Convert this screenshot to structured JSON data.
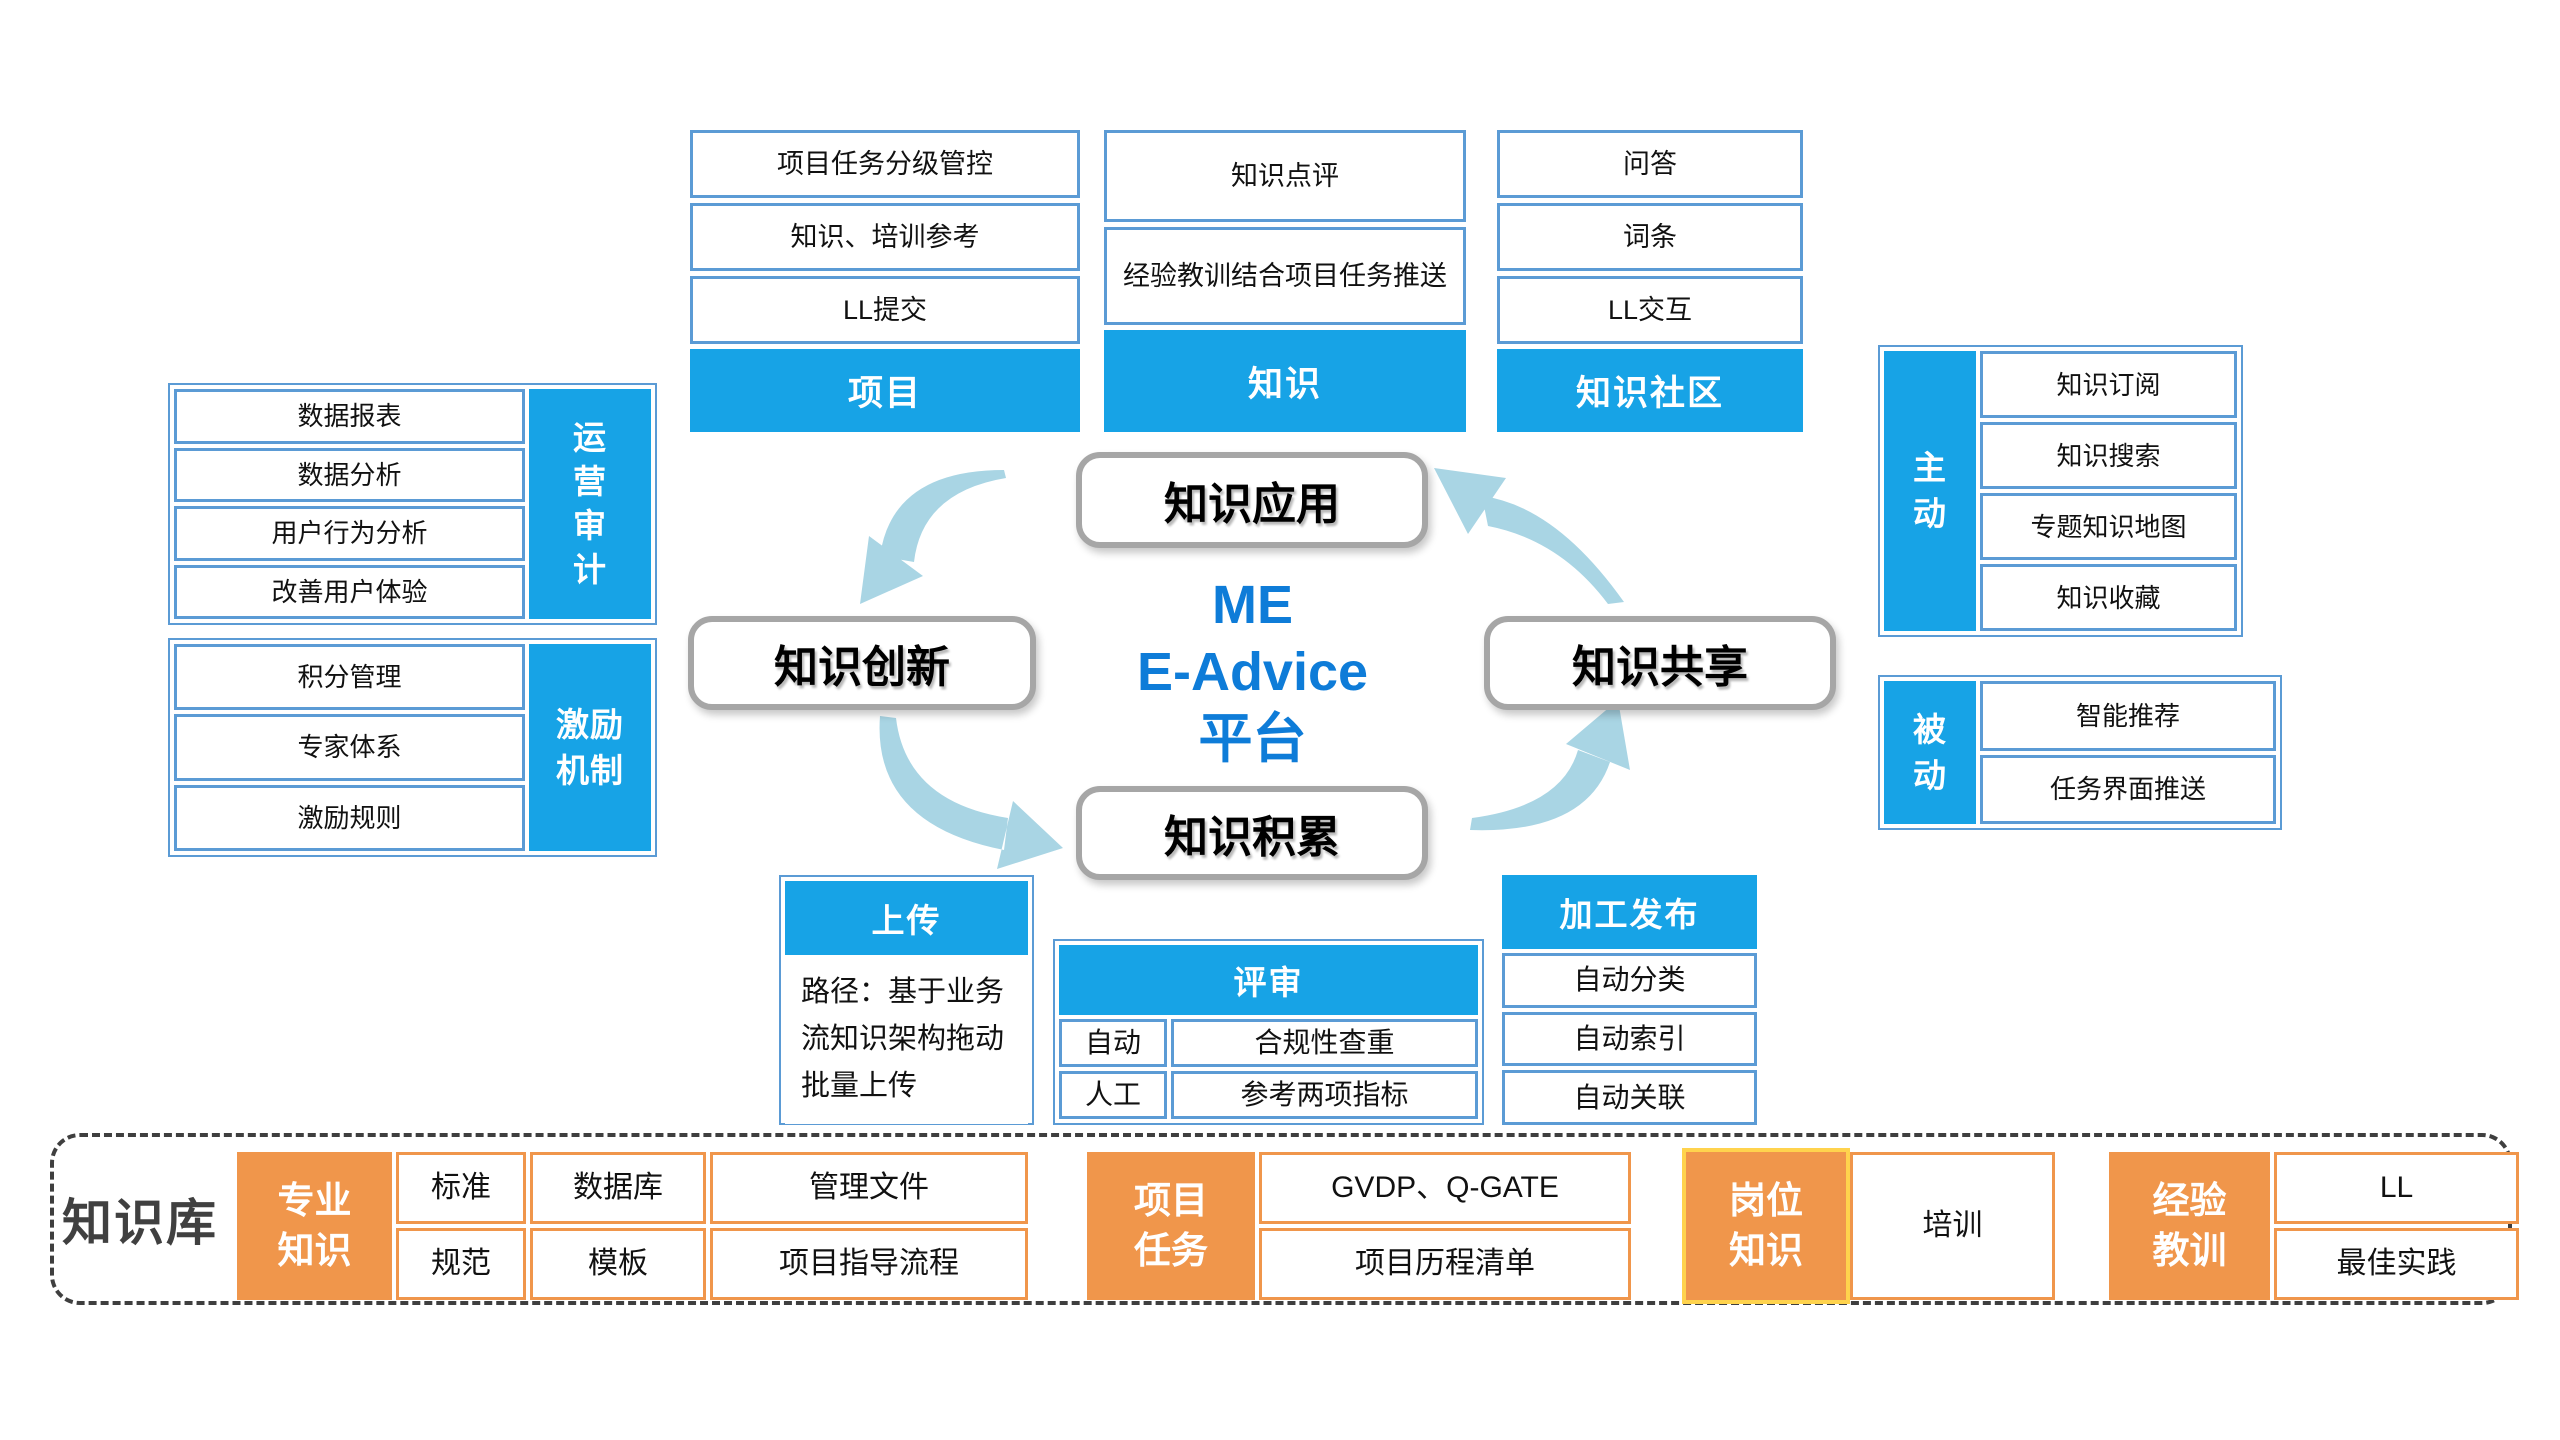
{
  "palette": {
    "blue": "#17A3E6",
    "border": "#5B9BD5",
    "arrow": "#A9D5E4",
    "orange": "#F0964B",
    "yellow": "#FFD34D",
    "titleblue": "#0E7CD8",
    "nodeborder": "#A6A6A6",
    "kb": "#3F3F3F"
  },
  "top_boxes": [
    {
      "rows": [
        "项目任务分级管控",
        "知识、培训参考",
        "LL提交"
      ],
      "header": "项目"
    },
    {
      "rows": [
        "知识点评",
        "经验教训结合项目任务推送"
      ],
      "header": "知识"
    },
    {
      "rows": [
        "问答",
        "词条",
        "LL交互"
      ],
      "header": "知识社区"
    }
  ],
  "left_boxes": [
    {
      "label": "运\n营\n审\n计",
      "rows": [
        "数据报表",
        "数据分析",
        "用户行为分析",
        "改善用户体验"
      ]
    },
    {
      "label": "激励\n机制",
      "rows": [
        "积分管理",
        "专家体系",
        "激励规则"
      ]
    }
  ],
  "right_boxes": [
    {
      "label": "主\n动",
      "rows": [
        "知识订阅",
        "知识搜索",
        "专题知识地图",
        "知识收藏"
      ]
    },
    {
      "label": "被\n动",
      "rows": [
        "智能推荐",
        "任务界面推送"
      ]
    }
  ],
  "cycle": {
    "center": "ME\nE-Advice\n平台",
    "nodes": {
      "apply": "知识应用",
      "innovate": "知识创新",
      "share": "知识共享",
      "accumulate": "知识积累"
    }
  },
  "bottom_mid": {
    "upload": {
      "header": "上传",
      "body": "路径：基于业务流知识架构拖动批量上传"
    },
    "review": {
      "header": "评审",
      "rows": [
        [
          "自动",
          "合规性查重"
        ],
        [
          "人工",
          "参考两项指标"
        ]
      ]
    },
    "process": {
      "header": "加工发布",
      "rows": [
        "自动分类",
        "自动索引",
        "自动关联"
      ]
    }
  },
  "knowledge_base": {
    "label": "知识库",
    "groups": [
      {
        "label": "专业\n知识",
        "grid": [
          [
            "标准",
            "数据库",
            "管理文件"
          ],
          [
            "规范",
            "模板",
            "项目指导流程"
          ]
        ]
      },
      {
        "label": "项目\n任务",
        "rows": [
          "GVDP、Q-GATE",
          "项目历程清单"
        ]
      },
      {
        "label": "岗位\n知识",
        "rows": [
          "培训"
        ]
      },
      {
        "label": "经验\n教训",
        "rows": [
          "LL",
          "最佳实践"
        ]
      }
    ]
  }
}
